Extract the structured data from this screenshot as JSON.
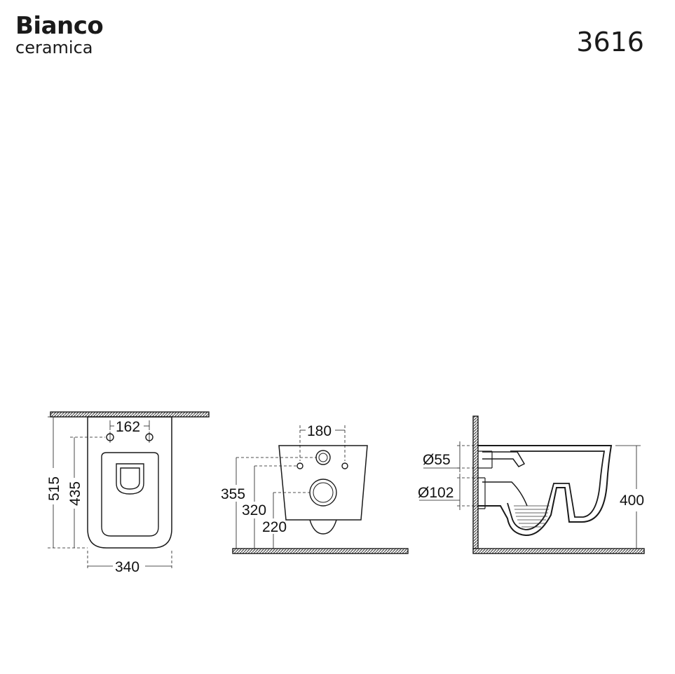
{
  "logo": {
    "brand": "Bianco",
    "sub": "ceramica"
  },
  "model": "3616",
  "views": {
    "top": {
      "width": "340",
      "depth_total": "515",
      "depth_bowl": "435",
      "bolt_spacing": "162"
    },
    "front": {
      "bolt_spacing": "180",
      "h_bolts": "355",
      "h_inlet": "320",
      "h_outlet": "220"
    },
    "side": {
      "inlet_dia": "Ø55",
      "outlet_dia": "Ø102",
      "height": "400"
    }
  },
  "colors": {
    "line": "#1a1a1a",
    "hatch": "#555555"
  }
}
